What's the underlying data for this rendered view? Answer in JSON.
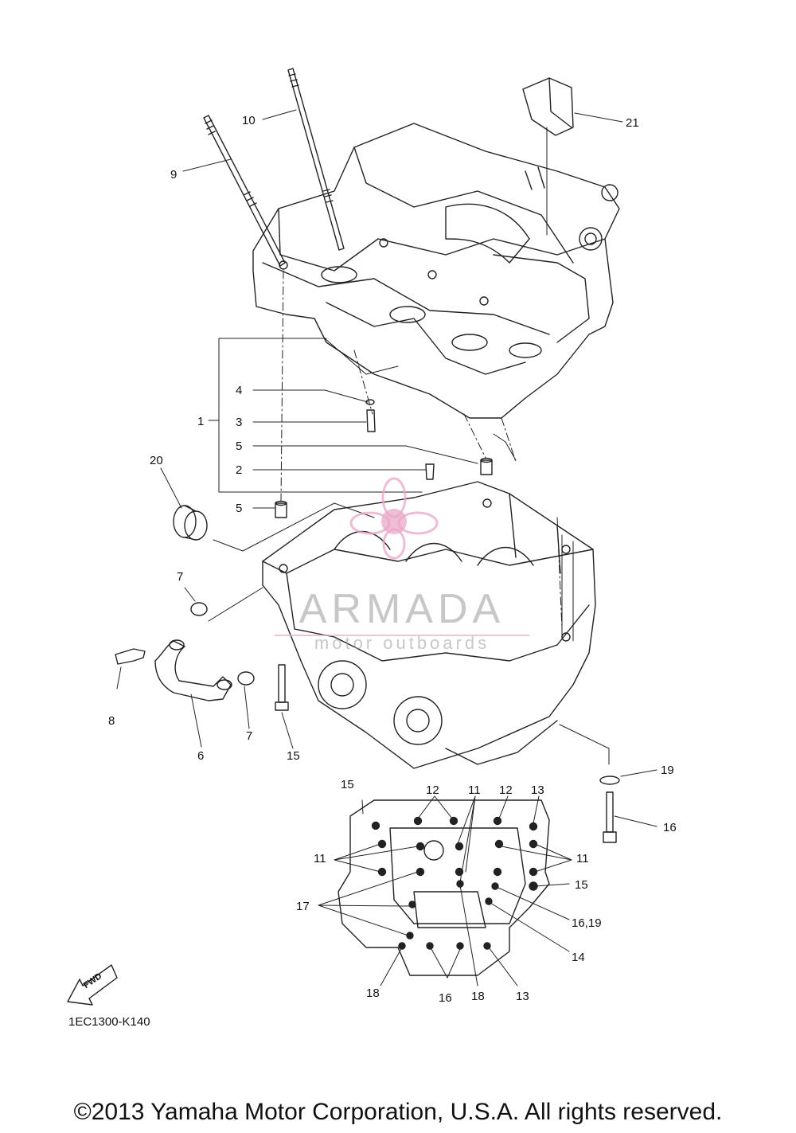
{
  "diagram": {
    "part_code": "1EC1300-K140",
    "copyright": "©2013 Yamaha Motor Corporation, U.S.A. All rights reserved.",
    "fwd_label": "FWD",
    "watermark": {
      "brand": "ARMADA",
      "tagline": "motor outboards",
      "accent_color": "#e9a7c7"
    },
    "callouts": {
      "c1": "1",
      "c2": "2",
      "c3": "3",
      "c4": "4",
      "c5a": "5",
      "c5b": "5",
      "c6": "6",
      "c7a": "7",
      "c7b": "7",
      "c8": "8",
      "c9": "9",
      "c10": "10",
      "c11a": "11",
      "c11b": "11",
      "c11c": "11",
      "c12a": "12",
      "c12b": "12",
      "c13a": "13",
      "c13b": "13",
      "c14": "14",
      "c15a": "15",
      "c15b": "15",
      "c15c": "15",
      "c16a": "16",
      "c16b": "16",
      "c1619": "16,19",
      "c17": "17",
      "c18a": "18",
      "c18b": "18",
      "c19": "19",
      "c20": "20",
      "c21": "21"
    }
  }
}
